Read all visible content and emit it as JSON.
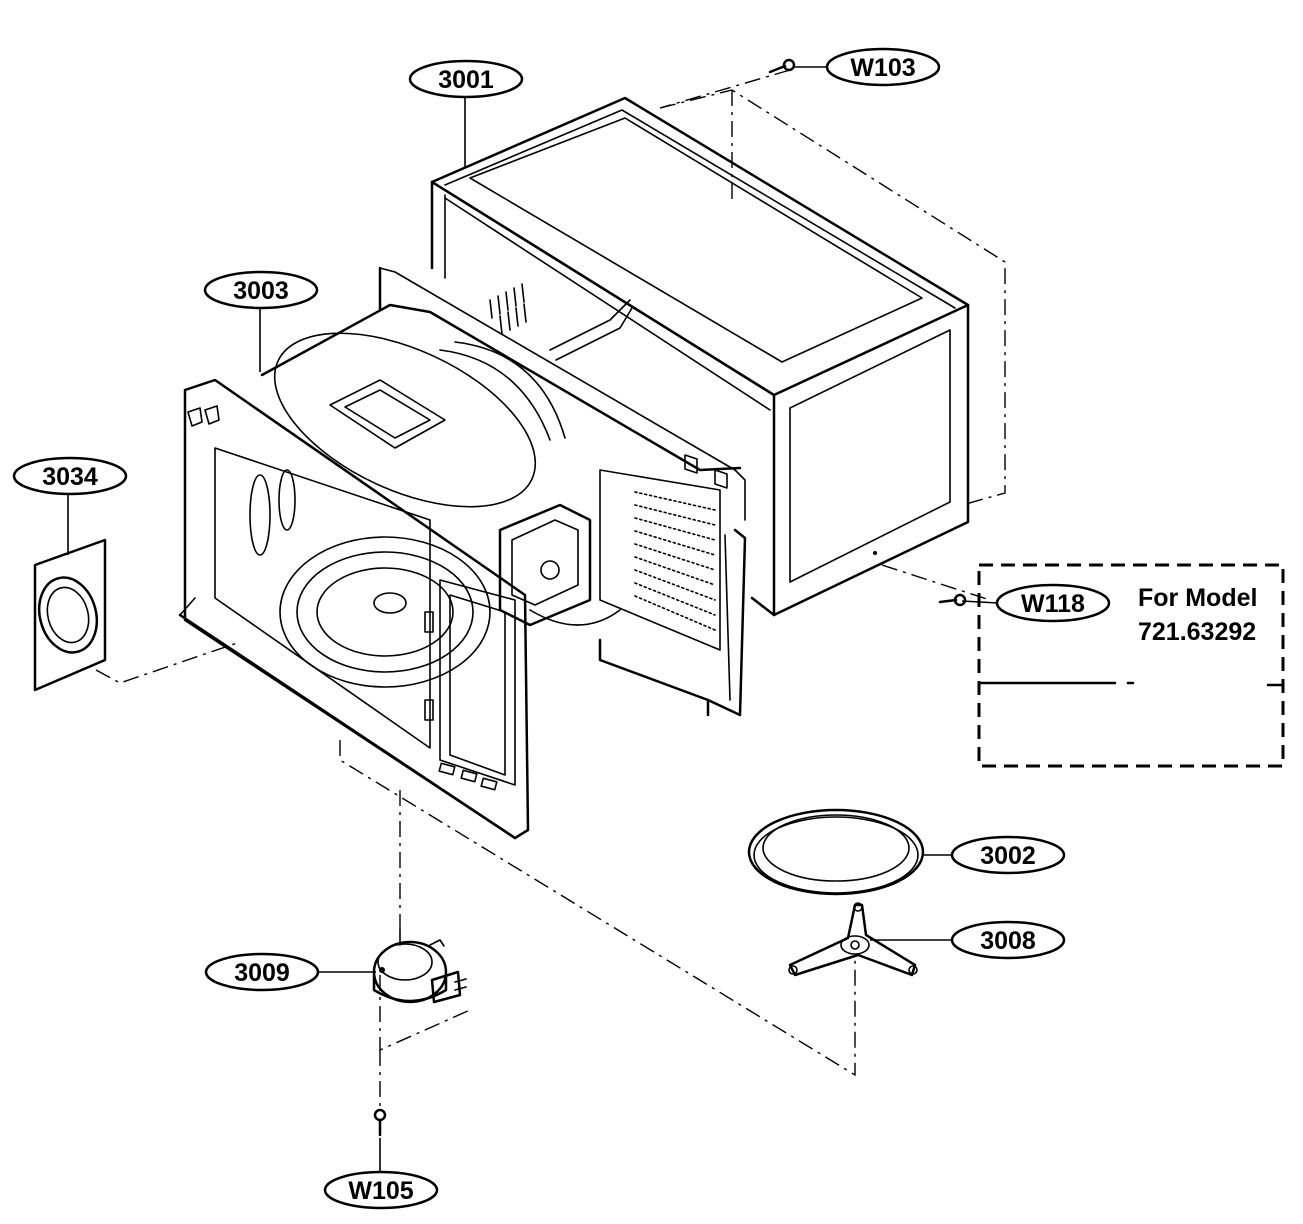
{
  "callouts": {
    "c3001": "3001",
    "c3003": "3003",
    "c3034": "3034",
    "c3002": "3002",
    "c3008": "3008",
    "c3009": "3009",
    "w103": "W103",
    "w118": "W118",
    "w105": "W105"
  },
  "model_note": {
    "line1": "For Model",
    "line2": "721.63292"
  }
}
